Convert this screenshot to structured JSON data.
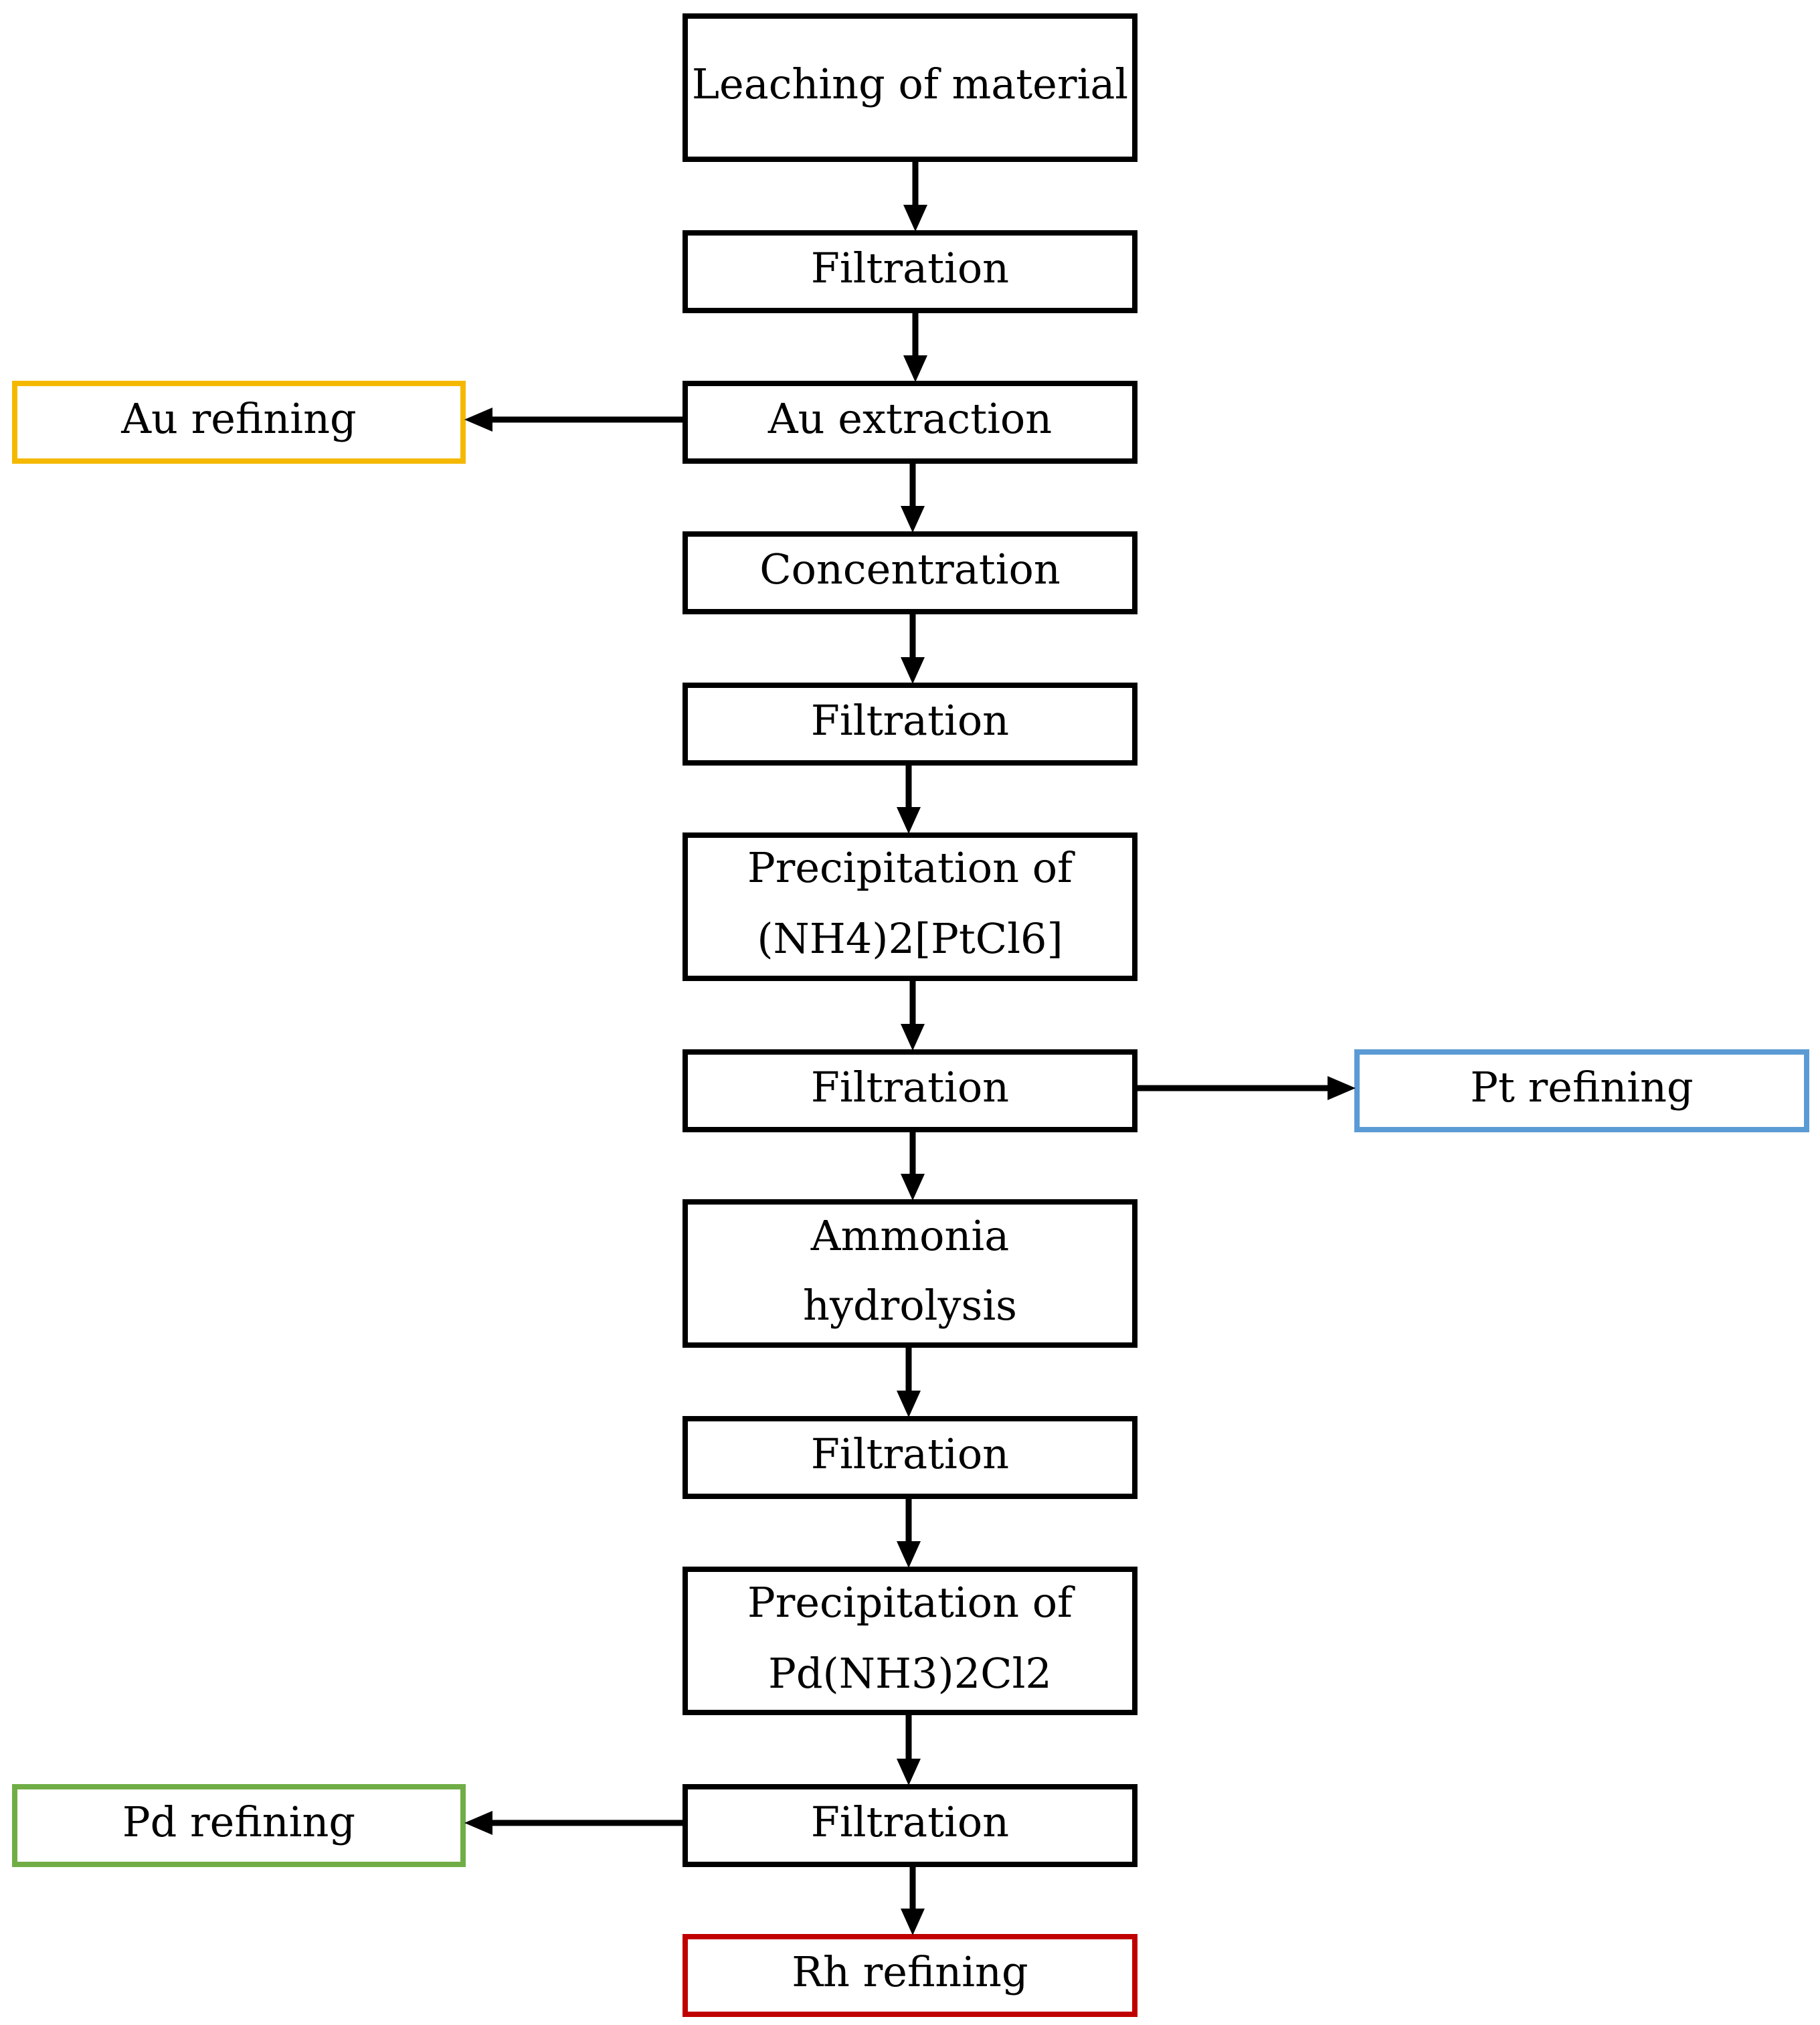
{
  "colors": {
    "default_border": "#000000",
    "gold": "#F5B800",
    "blue": "#5B9BD5",
    "green": "#70AD47",
    "red": "#C00000"
  },
  "boxes": {
    "leaching": [
      "Leaching of material"
    ],
    "filtration_1": [
      "Filtration"
    ],
    "au_extraction": [
      "Au extraction"
    ],
    "concentration": [
      "Concentration"
    ],
    "filtration_2": [
      "Filtration"
    ],
    "precip_pt": [
      "Precipitation of",
      "(NH4)2[PtCl6]"
    ],
    "filtration_3": [
      "Filtration"
    ],
    "ammonia": [
      "Ammonia",
      "hydrolysis"
    ],
    "filtration_4": [
      "Filtration"
    ],
    "precip_pd": [
      "Precipitation of",
      "Pd(NH3)2Cl2"
    ],
    "filtration_5": [
      "Filtration"
    ],
    "au_refining": [
      "Au refining"
    ],
    "pt_refining": [
      "Pt refining"
    ],
    "pd_refining": [
      "Pd refining"
    ],
    "rh_refining": [
      "Rh refining"
    ]
  }
}
